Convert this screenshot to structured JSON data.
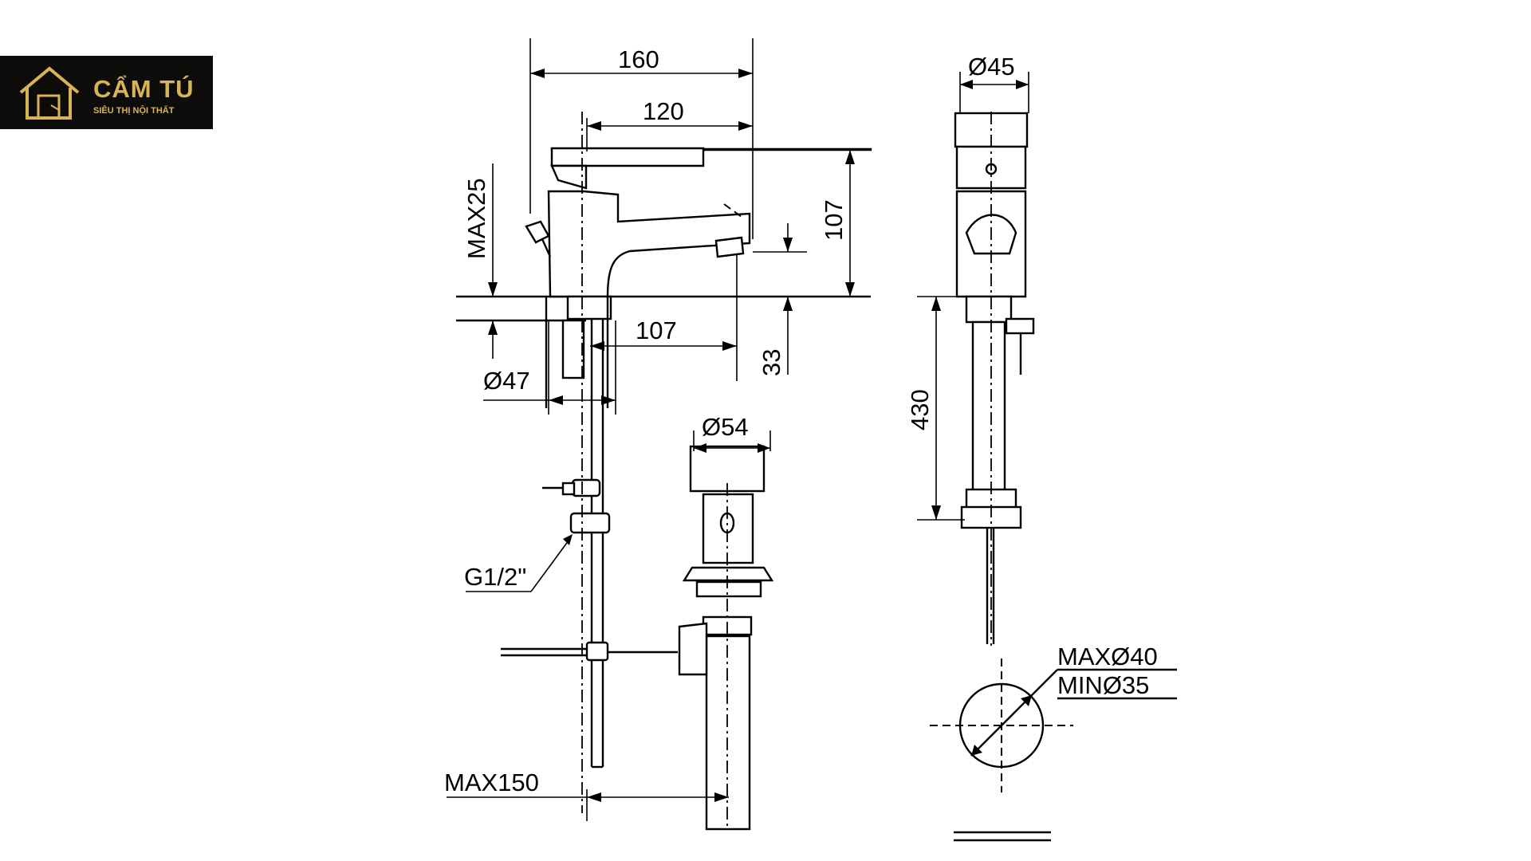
{
  "logo": {
    "name": "CẨM TÚ",
    "tagline": "SIÊU THỊ NỘI THẤT",
    "color": "#d9b455",
    "background": "#0d0c0a",
    "icon": "house-icon"
  },
  "dimensions": {
    "d160": "160",
    "d120": "120",
    "d107_height": "107",
    "max25": "MAX25",
    "d107_reach": "107",
    "d33": "33",
    "d47": "Ø47",
    "d54": "Ø54",
    "g12": "G1/2\"",
    "max150": "MAX150",
    "d45": "Ø45",
    "d430": "430",
    "maxd40": "MAXØ40",
    "mind35": "MINØ35"
  }
}
